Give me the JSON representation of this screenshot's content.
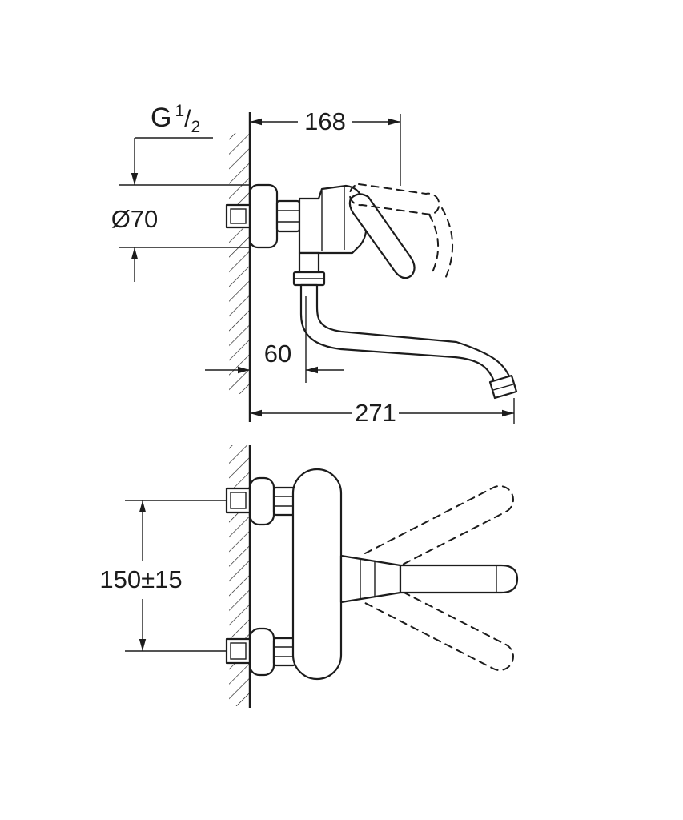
{
  "side_view": {
    "dim_depth": "168",
    "dim_escutcheon": "Ø70",
    "dim_spout_offset": "60",
    "dim_reach": "271",
    "thread": {
      "prefix": "G",
      "numerator": "1",
      "slash": "/",
      "denominator": "2"
    }
  },
  "plan_view": {
    "dim_inlet_spacing": "150±15"
  },
  "colors": {
    "line": "#1c1c1c",
    "background": "#ffffff"
  }
}
